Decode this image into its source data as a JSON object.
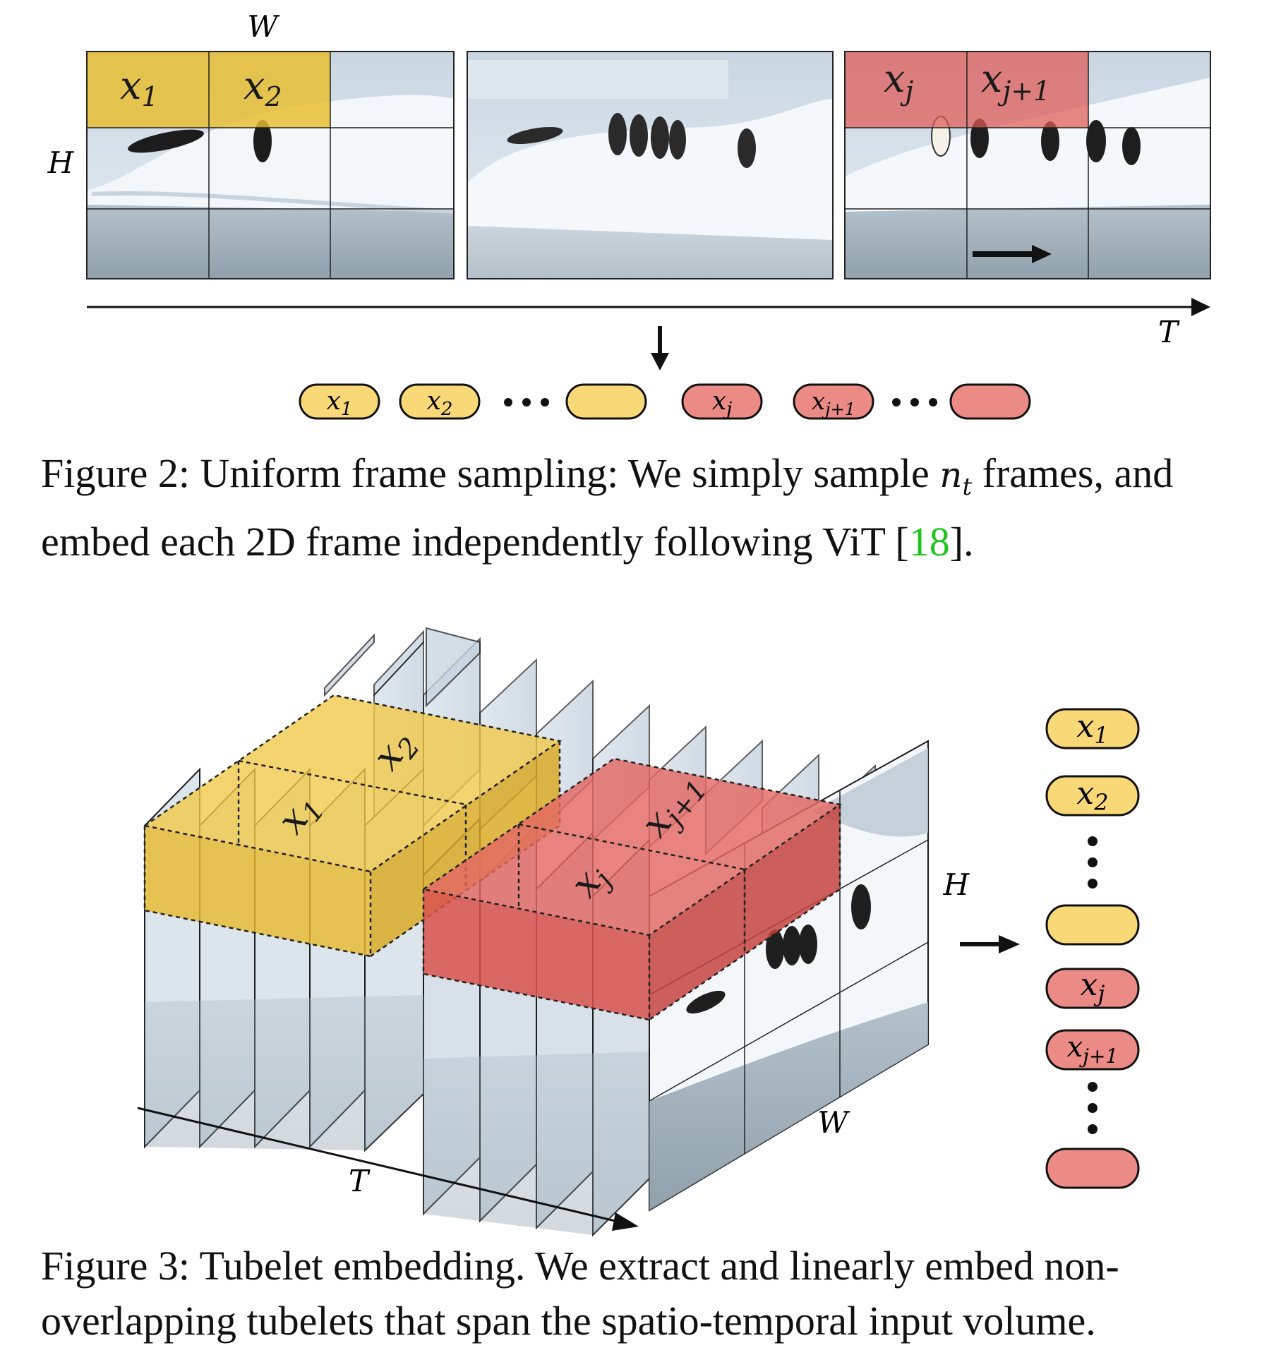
{
  "figure2": {
    "axis_w": "W",
    "axis_h": "H",
    "axis_t": "T",
    "patches": [
      {
        "label": "x",
        "sub": "1"
      },
      {
        "label": "x",
        "sub": "2"
      },
      {
        "label": "x",
        "sub": "j"
      },
      {
        "label": "x",
        "sub": "j+1"
      }
    ],
    "tokens": [
      {
        "label": "x",
        "sub": "1",
        "color": "yellow"
      },
      {
        "label": "x",
        "sub": "2",
        "color": "yellow"
      },
      {
        "label": "",
        "sub": "",
        "color": "yellow"
      },
      {
        "label": "x",
        "sub": "j",
        "color": "red"
      },
      {
        "label": "x",
        "sub": "j+1",
        "color": "red"
      },
      {
        "label": "",
        "sub": "",
        "color": "red"
      }
    ],
    "caption_prefix": "Figure 2: Uniform frame sampling: We simply sample ",
    "caption_var": "n",
    "caption_var_sub": "t",
    "caption_mid": " frames, and embed each 2D frame independently following ViT [",
    "caption_ref": "18",
    "caption_suffix": "]."
  },
  "figure3": {
    "axis_h": "H",
    "axis_w": "W",
    "axis_t": "T",
    "tubelets": [
      {
        "label": "x",
        "sub": "1"
      },
      {
        "label": "x",
        "sub": "2"
      },
      {
        "label": "x",
        "sub": "j"
      },
      {
        "label": "x",
        "sub": "j+1"
      }
    ],
    "tokens": [
      {
        "label": "x",
        "sub": "1",
        "color": "yellow"
      },
      {
        "label": "x",
        "sub": "2",
        "color": "yellow"
      },
      {
        "label": "",
        "sub": "",
        "color": "yellow"
      },
      {
        "label": "x",
        "sub": "j",
        "color": "red"
      },
      {
        "label": "x",
        "sub": "j+1",
        "color": "red"
      },
      {
        "label": "",
        "sub": "",
        "color": "red"
      }
    ],
    "caption": "Figure 3: Tubelet embedding. We extract and linearly embed non-overlapping tubelets that span the spatio-temporal input volume."
  },
  "colors": {
    "yellow_fill": "#f9d878",
    "yellow_patch": "#e8bd2c",
    "red_fill": "#ec8a85",
    "red_patch": "#e05a55",
    "ref_green": "#22c41f",
    "ice": "#eef3f8",
    "water": "#9fb0bd"
  }
}
